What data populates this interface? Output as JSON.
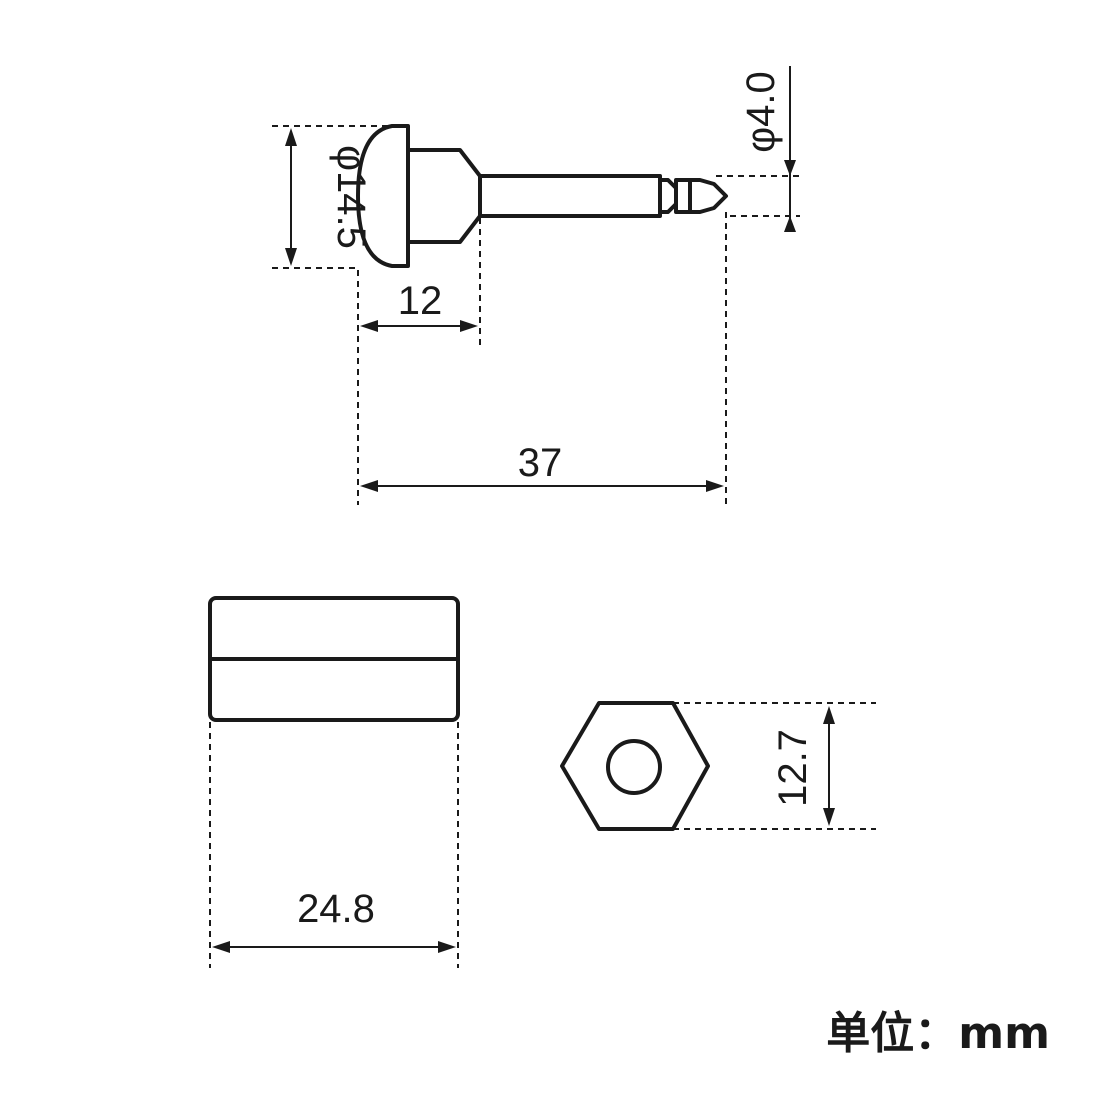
{
  "pin_view": {
    "head_diameter": "φ14.5",
    "tip_diameter": "φ4.0",
    "head_length": "12",
    "total_length": "37"
  },
  "lock_body_side": {
    "length": "24.8"
  },
  "lock_body_end": {
    "hex_size": "12.7"
  },
  "unit_label": "单位：mm"
}
